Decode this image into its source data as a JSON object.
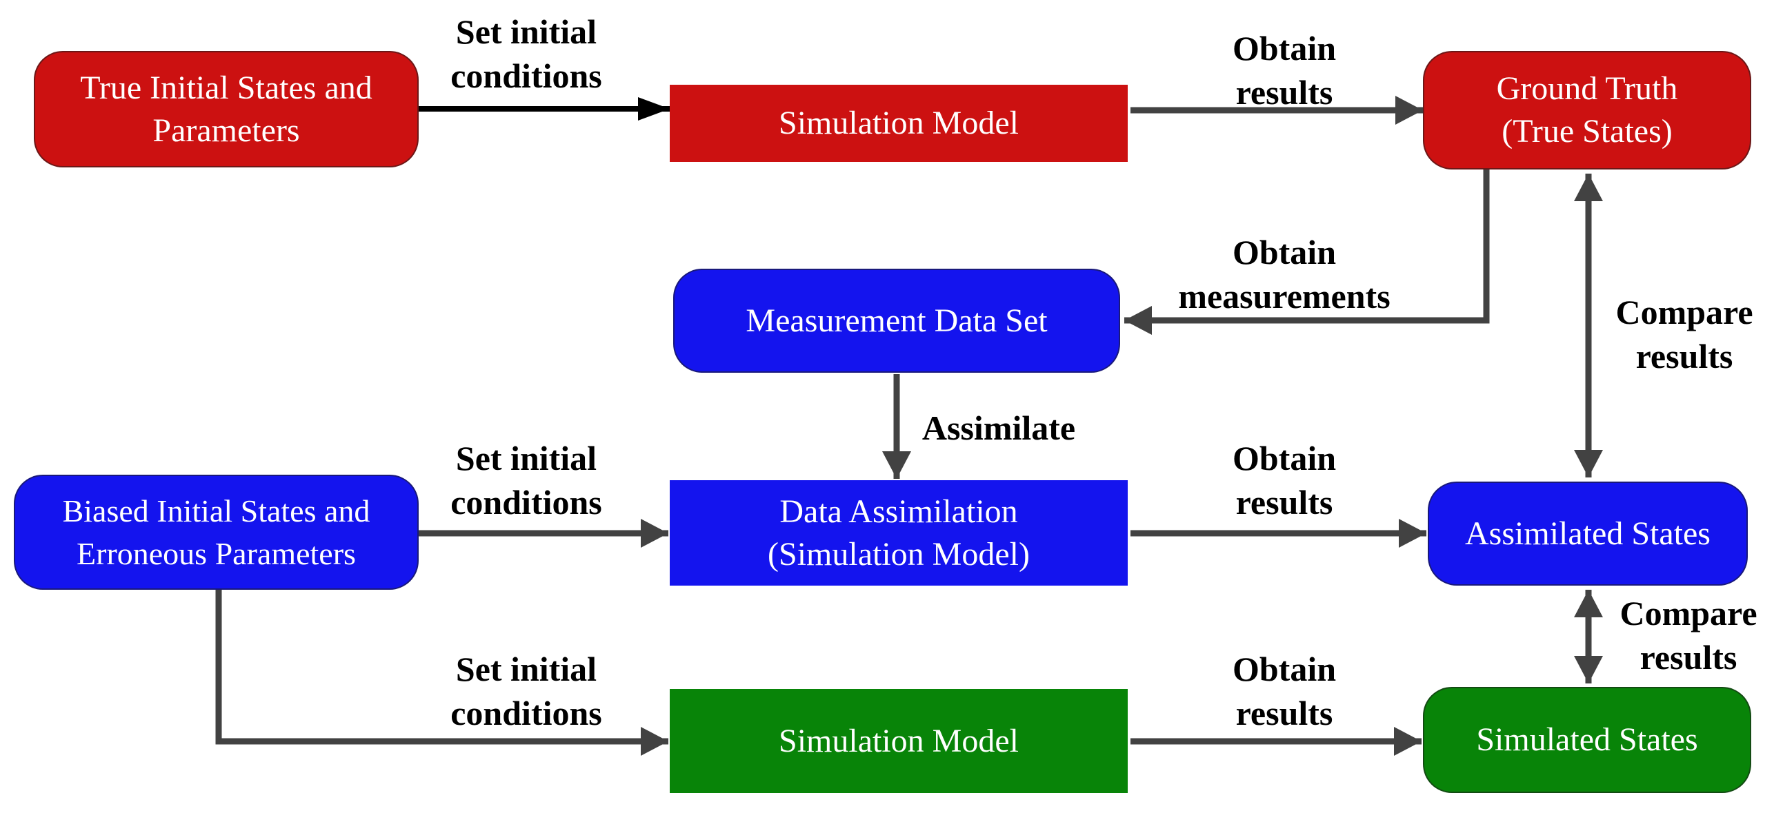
{
  "diagram": {
    "type": "flowchart",
    "colors": {
      "true_path_red": "#cc1111",
      "assimilation_blue": "#1414ee",
      "simulation_green": "#088408",
      "arrow_gray": "#424242",
      "arrow_black": "#000000",
      "node_text": "#ffffff",
      "label_text": "#000000",
      "background": "#ffffff"
    },
    "nodes": {
      "true_initial": {
        "label": "True Initial States and\nParameters",
        "shape": "rounded",
        "color": "#cc1111"
      },
      "sim_model_top": {
        "label": "Simulation Model",
        "shape": "rect",
        "color": "#cc1111"
      },
      "ground_truth": {
        "label": "Ground Truth\n(True States)",
        "shape": "rounded",
        "color": "#cc1111"
      },
      "measurement": {
        "label": "Measurement Data Set",
        "shape": "rounded",
        "color": "#1414ee"
      },
      "biased_initial": {
        "label": "Biased Initial States and\nErroneous Parameters",
        "shape": "rounded",
        "color": "#1414ee"
      },
      "data_assimilation": {
        "label": "Data Assimilation\n(Simulation Model)",
        "shape": "rect",
        "color": "#1414ee"
      },
      "assimilated": {
        "label": "Assimilated States",
        "shape": "rounded",
        "color": "#1414ee"
      },
      "sim_model_bottom": {
        "label": "Simulation Model",
        "shape": "rect",
        "color": "#088408"
      },
      "simulated": {
        "label": "Simulated States",
        "shape": "rounded",
        "color": "#088408"
      }
    },
    "edge_labels": {
      "set_initial_top": "Set initial\nconditions",
      "obtain_results_top": "Obtain\nresults",
      "obtain_measurements": "Obtain\nmeasurements",
      "compare_results_top": "Compare\nresults",
      "assimilate": "Assimilate",
      "set_initial_mid": "Set initial\nconditions",
      "obtain_results_mid": "Obtain\nresults",
      "compare_results_bottom": "Compare\nresults",
      "set_initial_bottom": "Set initial\nconditions",
      "obtain_results_bottom": "Obtain\nresults"
    }
  }
}
